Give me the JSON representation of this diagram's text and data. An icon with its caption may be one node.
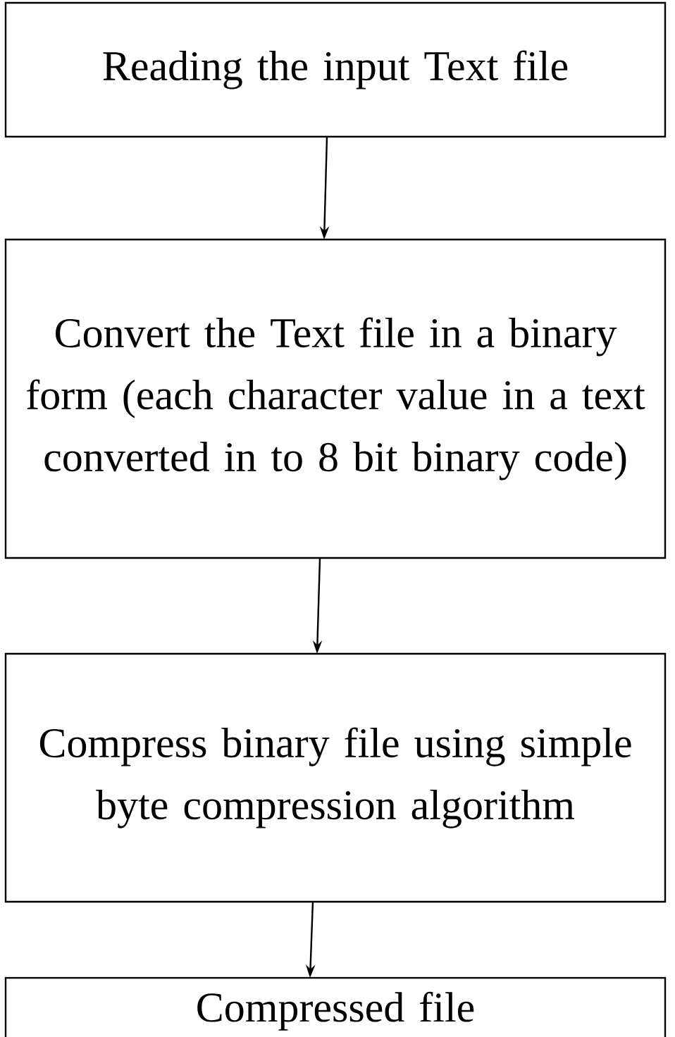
{
  "diagram": {
    "nodes": [
      {
        "text": [
          "Reading the input Text file"
        ]
      },
      {
        "text": [
          "Convert the Text file in a binary form (each character value in a text converted in to 8 bit binary code)"
        ]
      },
      {
        "text": [
          "Compress binary file using simple byte compression algorithm"
        ]
      },
      {
        "text": [
          "Compressed file"
        ]
      }
    ],
    "edges": [
      {
        "from": 0,
        "to": 1,
        "arrow": "to"
      },
      {
        "from": 1,
        "to": 2,
        "arrow": "to"
      },
      {
        "from": 2,
        "to": 3,
        "arrow": "to"
      }
    ]
  }
}
